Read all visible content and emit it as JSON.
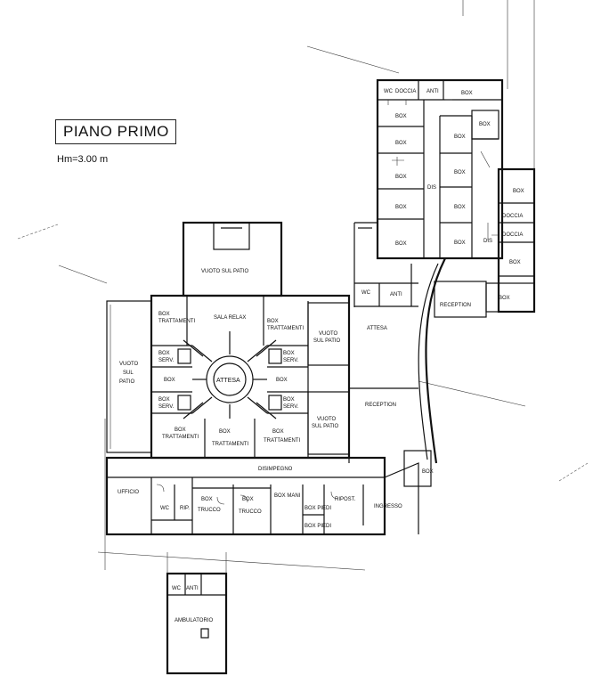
{
  "title": "PIANO PRIMO",
  "height_note": "Hm=3.00 m",
  "rooms": {
    "wc1": "WC",
    "doccia1": "DOCCIA",
    "anti1": "ANTI",
    "box": "BOX",
    "dis": "DIS",
    "doccia2": "DOCCIA",
    "doccia3": "DOCCIA",
    "wc2": "WC",
    "anti2": "ANTI",
    "reception1": "RECEPTION",
    "vuoto_top": "VUOTO SUL PATIO",
    "sala_relax": "SALA RELAX",
    "box_tratt1": "BOX",
    "box_tratt1b": "TRATTAMENTI",
    "box_tratt2": "BOX",
    "box_tratt2b": "TRATTAMENTI",
    "box_serv": "BOX",
    "serv": "SERV.",
    "attesa_center": "ATTESA",
    "vuoto_left1": "VUOTO",
    "vuoto_left2": "SUL",
    "vuoto_left3": "PATIO",
    "vuoto_r1a": "VUOTO",
    "vuoto_r1b": "SUL PATIO",
    "attesa2": "ATTESA",
    "reception2": "RECEPTION",
    "vuoto_r2a": "VUOTO",
    "vuoto_r2b": "SUL PATIO",
    "disimpegno": "DISIMPEGNO",
    "ufficio": "UFFICIO",
    "wc3": "WC",
    "rip": "RIP.",
    "box_trucco_a": "BOX",
    "box_trucco_b": "TRUCCO",
    "box_mani": "BOX MANI",
    "box_piedi": "BOX PIEDI",
    "ripost": "RIPOST.",
    "ingresso": "INGRESSO",
    "wc4": "WC",
    "anti4": "ANTI",
    "ambulatorio": "AMBULATORIO"
  },
  "tags": {
    "dis": "DIS"
  }
}
